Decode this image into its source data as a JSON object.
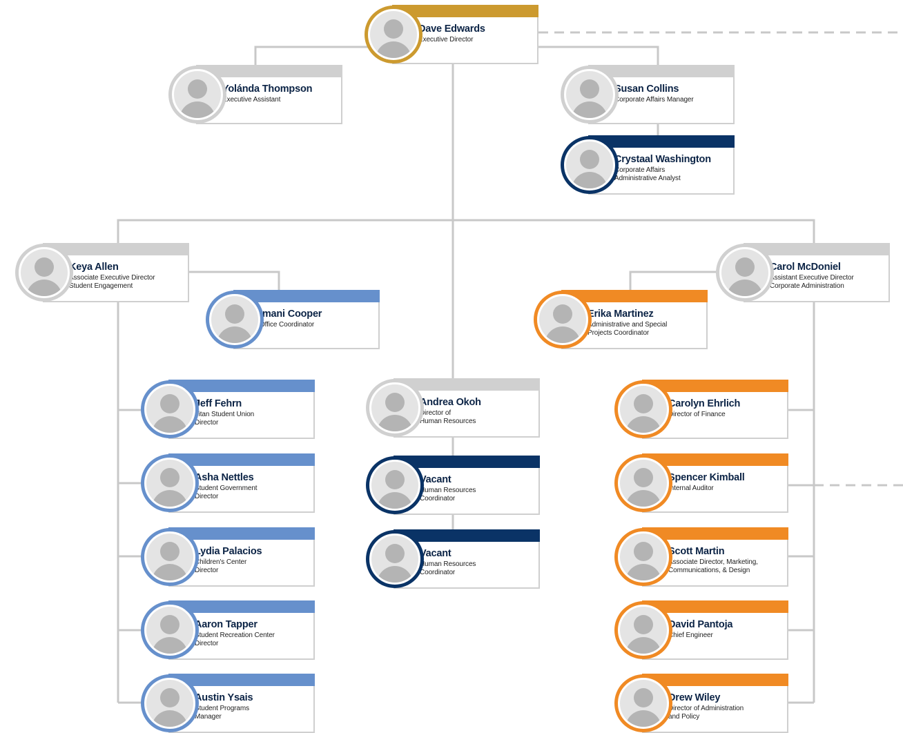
{
  "colors": {
    "gold": "#CC9A2F",
    "gray": "#D0D0D0",
    "navy": "#0A3366",
    "blue": "#6690CC",
    "orange": "#F08A24",
    "line": "#C8C8C8"
  },
  "nodes": [
    {
      "id": "dave-edwards",
      "name": "Dave Edwards",
      "role": "Executive Director",
      "color": "gold"
    },
    {
      "id": "yolanda-thompson",
      "name": "Yolánda Thompson",
      "role": "Executive Assistant",
      "color": "gray"
    },
    {
      "id": "susan-collins",
      "name": "Susan Collins",
      "role": "Corporate Affairs Manager",
      "color": "gray"
    },
    {
      "id": "crystaal-washington",
      "name": "Crystaal Washington",
      "role": "Corporate Affairs\nAdministrative Analyst",
      "color": "navy"
    },
    {
      "id": "keya-allen",
      "name": "Keya Allen",
      "role": "Associate Executive Director\nStudent Engagement",
      "color": "gray"
    },
    {
      "id": "imani-cooper",
      "name": "Imani Cooper",
      "role": "Office Coordinator",
      "color": "blue"
    },
    {
      "id": "carol-mcdoniel",
      "name": "Carol McDoniel",
      "role": "Assistant Executive Director\nCorporate Administration",
      "color": "gray"
    },
    {
      "id": "erika-martinez",
      "name": "Erika Martinez",
      "role": "Administrative and Special\nProjects Coordinator",
      "color": "orange"
    },
    {
      "id": "jeff-fehrn",
      "name": "Jeff Fehrn",
      "role": "Titan Student Union\nDirector",
      "color": "blue"
    },
    {
      "id": "asha-nettles",
      "name": "Asha Nettles",
      "role": "Student Government\nDirector",
      "color": "blue"
    },
    {
      "id": "lydia-palacios",
      "name": "Lydia Palacios",
      "role": "Children's Center\nDirector",
      "color": "blue"
    },
    {
      "id": "aaron-tapper",
      "name": "Aaron Tapper",
      "role": "Student Recreation Center\nDirector",
      "color": "blue"
    },
    {
      "id": "austin-ysais",
      "name": "Austin Ysais",
      "role": "Student Programs\nManager",
      "color": "blue"
    },
    {
      "id": "andrea-okoh",
      "name": "Andrea Okoh",
      "role": "Director of\nHuman Resources",
      "color": "gray"
    },
    {
      "id": "vacant-1",
      "name": "Vacant",
      "role": "Human Resources\nCoordinator",
      "color": "navy"
    },
    {
      "id": "vacant-2",
      "name": "Vacant",
      "role": "Human Resources\nCoordinator",
      "color": "navy"
    },
    {
      "id": "carolyn-ehrlich",
      "name": "Carolyn Ehrlich",
      "role": "Director of Finance",
      "color": "orange"
    },
    {
      "id": "spencer-kimball",
      "name": "Spencer Kimball",
      "role": "Internal Auditor",
      "color": "orange"
    },
    {
      "id": "scott-martin",
      "name": "Scott Martin",
      "role": "Associate Director, Marketing,\nCommunications, & Design",
      "color": "orange"
    },
    {
      "id": "david-pantoja",
      "name": "David Pantoja",
      "role": "Chief Engineer",
      "color": "orange"
    },
    {
      "id": "drew-wiley",
      "name": "Drew Wiley",
      "role": "Director of Administration\nand Policy",
      "color": "orange"
    }
  ]
}
